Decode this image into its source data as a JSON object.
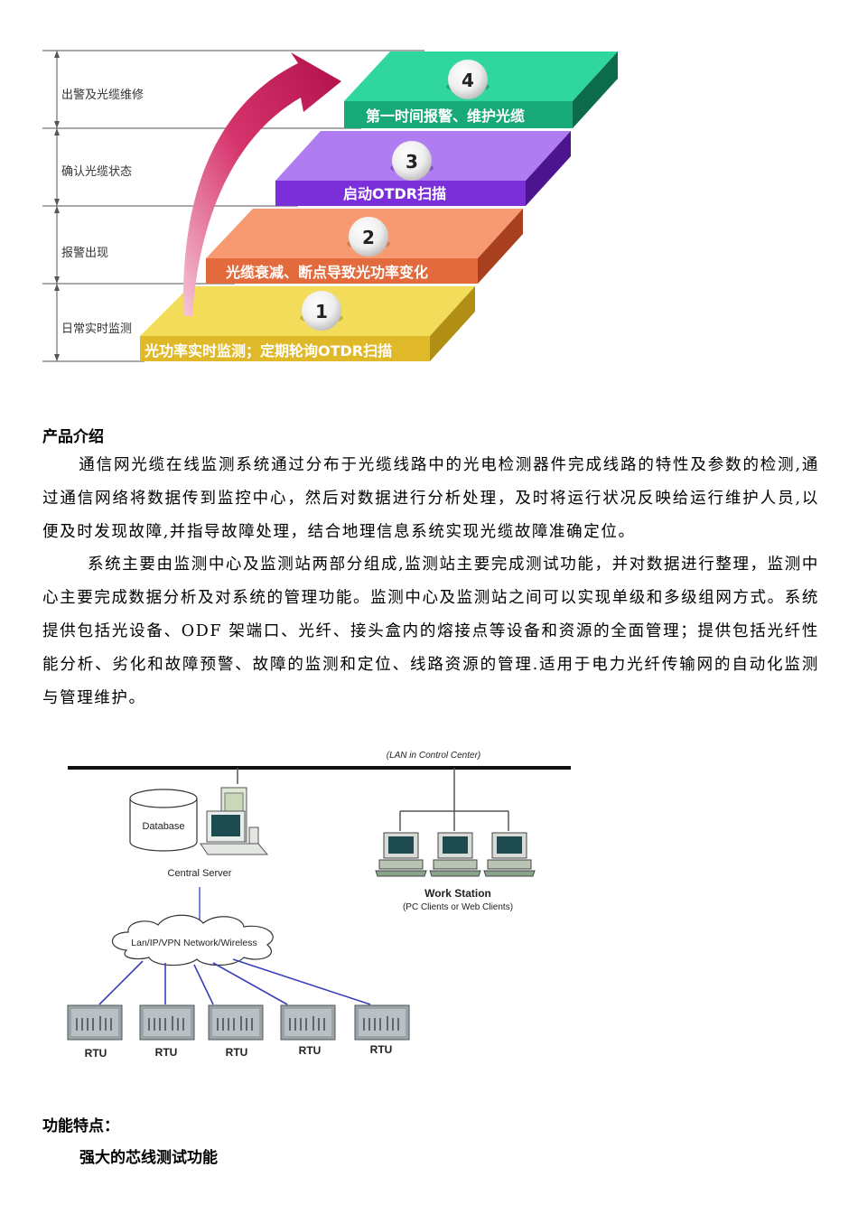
{
  "diagram_steps": {
    "side_labels": [
      "出警及光缆维修",
      "确认光缆状态",
      "报警出现",
      "日常实时监测"
    ],
    "steps": [
      {
        "number": "1",
        "text": "光功率实时监测；定期轮询OTDR扫描",
        "color": "#e5c83a"
      },
      {
        "number": "2",
        "text": "光缆衰减、断点导致光功率变化",
        "color": "#f07a4a"
      },
      {
        "number": "3",
        "text": "启动OTDR扫描",
        "color": "#8a3fe0"
      },
      {
        "number": "4",
        "text": "第一时间报警、维护光缆",
        "color": "#1dbf87"
      }
    ]
  },
  "intro": {
    "heading": "产品介绍",
    "paragraph1": "通信网光缆在线监测系统通过分布于光缆线路中的光电检测器件完成线路的特性及参数的检测,通过通信网络将数据传到监控中心，然后对数据进行分析处理，及时将运行状况反映给运行维护人员,以便及时发现故障,并指导故障处理，结合地理信息系统实现光缆故障准确定位。",
    "paragraph2": "系统主要由监测中心及监测站两部分组成,监测站主要完成测试功能，并对数据进行整理，监测中心主要完成数据分析及对系统的管理功能。监测中心及监测站之间可以实现单级和多级组网方式。系统提供包括光设备、ODF 架端口、光纤、接头盒内的熔接点等设备和资源的全面管理；提供包括光纤性能分析、劣化和故障预警、故障的监测和定位、线路资源的管理.适用于电力光纤传输网的自动化监测与管理维护。"
  },
  "network": {
    "lan_label": "(LAN in Control Center)",
    "database_label": "Database",
    "server_label": "Central Server",
    "workstation_label": "Work Station",
    "workstation_sub": "(PC Clients or Web Clients)",
    "cloud_label": "Lan/IP/VPN Network/Wireless",
    "rtu_labels": [
      "RTU",
      "RTU",
      "RTU",
      "RTU",
      "RTU"
    ]
  },
  "features": {
    "heading": "功能特点：",
    "subheading": "强大的芯线测试功能"
  }
}
